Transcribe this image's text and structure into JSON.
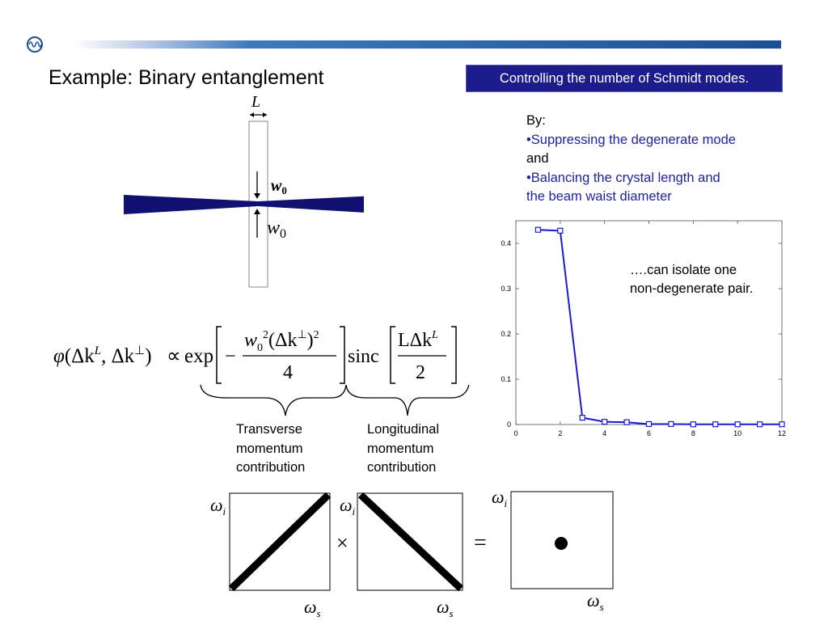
{
  "slide": {
    "title": "Example: Binary entanglement",
    "callout": "Controlling the number of Schmidt modes."
  },
  "by_block": {
    "heading": "By:",
    "bullet1": "•Suppressing the degenerate mode",
    "connector": "and",
    "bullet2_line1": "•Balancing the crystal length and",
    "bullet2_line2": "the beam waist diameter"
  },
  "crystal_diagram": {
    "length_label": "L",
    "waist_label_bold": "w",
    "waist_sub_bold": "0",
    "waist_label": "w",
    "waist_sub": "0",
    "beam_color": "#101070"
  },
  "equation": {
    "phi": "φ",
    "lhs_args": "(Δk",
    "sup_L": "L",
    "comma": ", Δk",
    "sup_perp": "⊥",
    "close": ")",
    "propto": "∝",
    "exp": "exp",
    "minus": "−",
    "num_w": "w",
    "num_w_sub": "0",
    "num_w_sup": "2",
    "num_dk": "(Δk",
    "num_dk_sup": "⊥",
    "num_dk_close": ")",
    "num_dk_pow": "2",
    "den_4": "4",
    "sinc": "sinc",
    "sinc_num": "LΔk",
    "sinc_num_sup": "L",
    "den_2": "2"
  },
  "brace_labels": {
    "transverse": [
      "Transverse",
      "momentum",
      "contribution"
    ],
    "longitudinal": [
      "Longitudinal",
      "momentum",
      "contribution"
    ]
  },
  "jsa_panels": {
    "omega_i": "ω",
    "omega_i_sub": "i",
    "omega_s": "ω",
    "omega_s_sub": "s",
    "times": "×",
    "equals": "="
  },
  "chart_note": {
    "line1": "….can isolate one",
    "line2": "non-degenerate pair."
  },
  "chart_data": {
    "type": "line",
    "x": [
      1,
      2,
      3,
      4,
      5,
      6,
      7,
      8,
      9,
      10,
      11,
      12
    ],
    "series": [
      {
        "values": [
          0.43,
          0.428,
          0.015,
          0.006,
          0.005,
          0.001,
          0.001,
          0.0005,
          0.0005,
          0.0005,
          0.0005,
          0.0005
        ]
      }
    ],
    "xlim": [
      0,
      12
    ],
    "ylim": [
      0,
      0.45
    ],
    "xticks": [
      "0",
      "2",
      "4",
      "6",
      "8",
      "10",
      "12"
    ],
    "yticks": [
      "0",
      "0.1",
      "0.2",
      "0.3",
      "0.4"
    ],
    "line_color": "#1a1ad0",
    "grid": false
  },
  "colors": {
    "accent_blue": "#1f1fa0",
    "callout_bg": "#1c1c8c",
    "bar_gradient_start": "#ffffff",
    "bar_gradient_end": "#1b4f9a"
  }
}
